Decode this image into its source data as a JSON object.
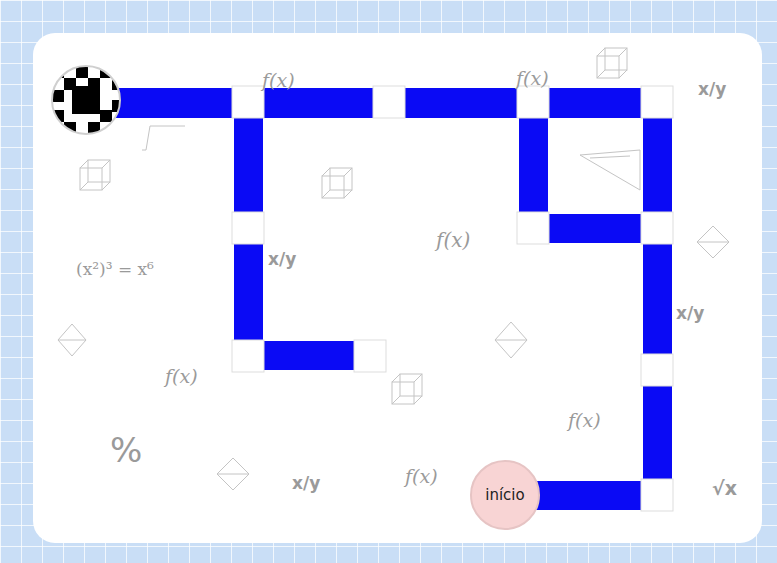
{
  "diagram": {
    "nodes": [
      {
        "text": [
          "início"
        ]
      }
    ],
    "labels": [
      "f(x)",
      "f(x)",
      "x/y",
      "(x²)³ = x⁶",
      "x/y",
      "f(x)",
      "x/y",
      "f(x)",
      "%",
      "f(x)",
      "f(x)",
      "x/y",
      "√x"
    ]
  }
}
